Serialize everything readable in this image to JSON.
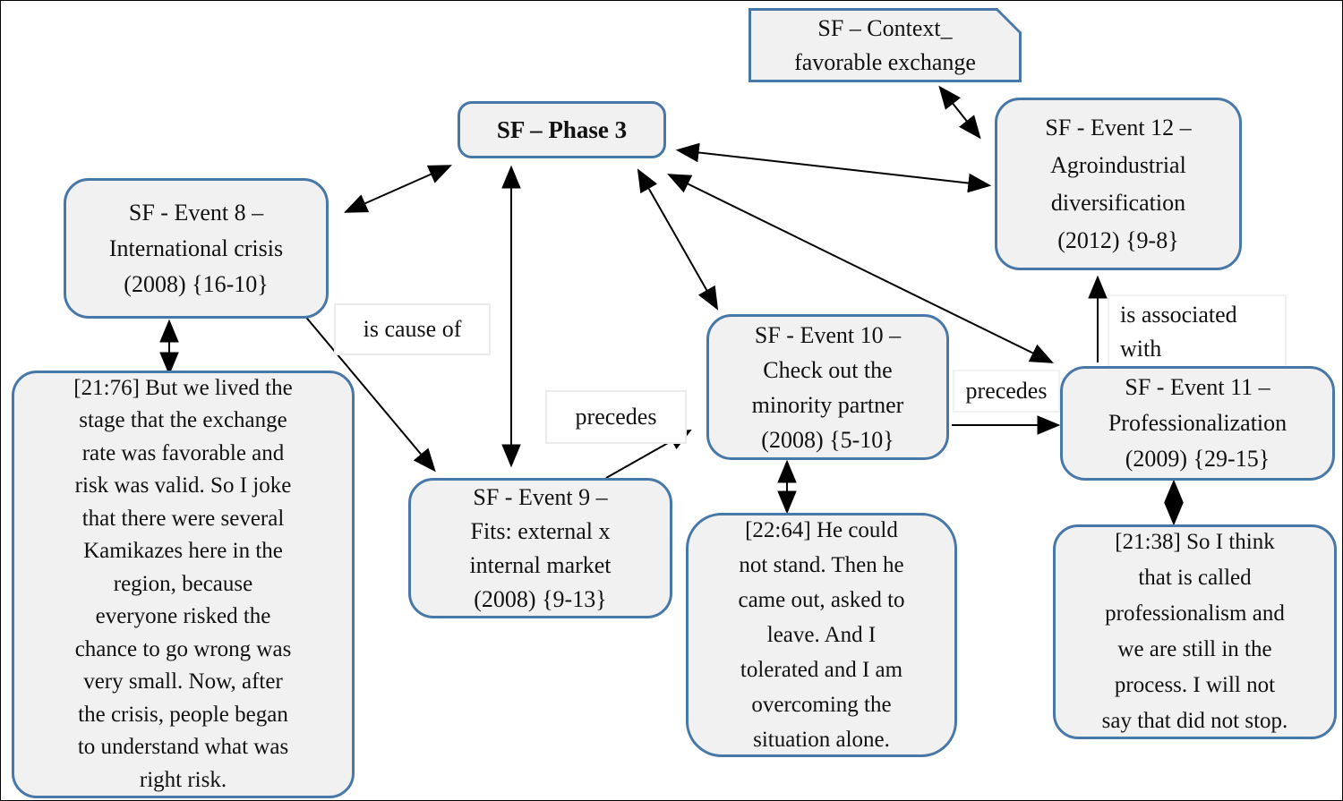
{
  "figure": {
    "nodes": {
      "context": "SF – Context_\nfavorable exchange",
      "phase3": "SF – Phase 3",
      "event8": "SF - Event 8 –\nInternational crisis\n(2008) {16-10}",
      "event9": "SF - Event 9 –\nFits: external x\ninternal market\n(2008) {9-13}",
      "event10": "SF - Event 10 –\nCheck out the\nminority partner\n(2008) {5-10}",
      "event11": "SF - Event 11 –\nProfessionalization\n(2009) {29-15}",
      "event12": "SF - Event 12 –\nAgroindustrial\ndiversification\n(2012) {9-8}",
      "quote_21_76": "[21:76] But we lived the\nstage that the exchange\nrate was favorable and\nrisk was valid. So I joke\nthat there were several\nKamikazes here in the\nregion, because\neveryone risked the\nchance to go wrong was\nvery small. Now, after\nthe crisis, people began\nto understand what was\nright risk.",
      "quote_22_64": "[22:64] He could\nnot stand. Then he\ncame out, asked to\nleave. And I\ntolerated and I am\novercoming the\nsituation alone.",
      "quote_21_38": "[21:38] So I think\nthat is called\nprofessionalism and\nwe are still in the\nprocess. I will not\nsay that did not stop."
    },
    "edge_labels": {
      "is_cause_of": "is cause of",
      "precedes_9_10": "precedes",
      "precedes_10_11": "precedes",
      "is_associated_with": "is associated\nwith"
    },
    "edges": [
      {
        "from": "event8",
        "to": "phase3",
        "style": "double-arrow",
        "label": ""
      },
      {
        "from": "phase3",
        "to": "event9",
        "style": "double-arrow",
        "label": ""
      },
      {
        "from": "phase3",
        "to": "event10",
        "style": "double-arrow",
        "label": ""
      },
      {
        "from": "phase3",
        "to": "event11",
        "style": "double-arrow",
        "label": ""
      },
      {
        "from": "phase3",
        "to": "event12",
        "style": "double-arrow",
        "label": ""
      },
      {
        "from": "context",
        "to": "event12",
        "style": "double-arrow",
        "label": ""
      },
      {
        "from": "event8",
        "to": "event9",
        "style": "arrow",
        "label": "is cause of"
      },
      {
        "from": "event9",
        "to": "event10",
        "style": "arrow",
        "label": "precedes"
      },
      {
        "from": "event10",
        "to": "event11",
        "style": "arrow",
        "label": "precedes"
      },
      {
        "from": "event11",
        "to": "event12",
        "style": "arrow",
        "label": "is associated with"
      },
      {
        "from": "event8",
        "to": "quote_21_76",
        "style": "double-arrow",
        "label": ""
      },
      {
        "from": "event10",
        "to": "quote_22_64",
        "style": "double-arrow",
        "label": ""
      },
      {
        "from": "event11",
        "to": "quote_21_38",
        "style": "double-arrow",
        "label": ""
      }
    ],
    "colors": {
      "node_border": "#4878a8",
      "node_fill": "#f1f1f1",
      "arrow": "#000000",
      "label_border": "#ebebeb"
    }
  }
}
